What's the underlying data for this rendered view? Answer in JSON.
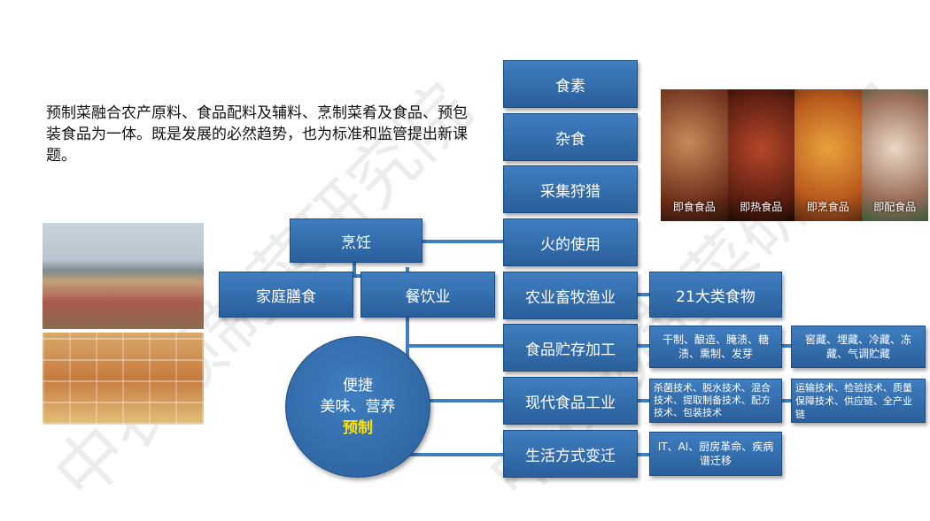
{
  "intro_text": "预制菜融合农产原料、食品配料及辅料、烹制菜肴及食品、预包装食品为一体。既是发展的必然趋势，也为标准和监管提出新课题。",
  "column": {
    "shisu": "食素",
    "zashi": "杂食",
    "caiji": "采集狩猎",
    "huo": "火的使用",
    "nongye": "农业畜牧渔业",
    "zhucun": "食品贮存加工",
    "xiandai": "现代食品工业",
    "shenghuo": "生活方式变迁"
  },
  "pengren": "烹饪",
  "jiating": "家庭膳食",
  "canyin": "餐饮业",
  "food21": "21大类食物",
  "details": {
    "zhucun_a": "干制、酿造、腌渍、糖渍、熏制、发芽",
    "zhucun_b": "窖藏、埋藏、冷藏、冻藏、气调贮藏",
    "xiandai_a": "杀菌技术、脱水技术、混合技术、提取制备技术、配方技术、包装技术",
    "xiandai_b": "运输技术、检验技术、质量保障技术、供应链、全产业链",
    "shenghuo_a": "IT、AI、厨房革命、疾病谱迁移"
  },
  "circle": {
    "line1": "便捷",
    "line2": "美味、营养",
    "highlight": "预制"
  },
  "photo_labels": [
    "即食食品",
    "即热食品",
    "即烹食品",
    "即配食品"
  ],
  "watermark": "中农预制菜研究院",
  "colors": {
    "box": "#2f6aa8",
    "highlight": "#ffe100"
  }
}
